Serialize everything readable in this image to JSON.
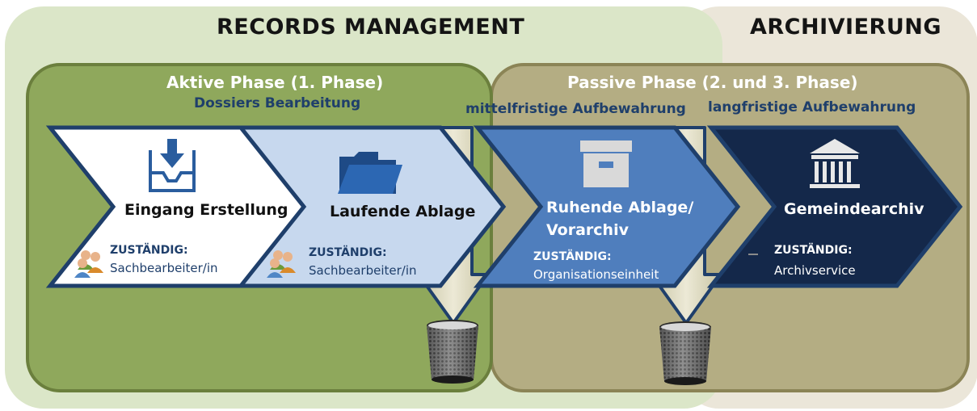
{
  "zones": {
    "records_management": "RECORDS MANAGEMENT",
    "archivierung": "ARCHIVIERUNG"
  },
  "phases": {
    "active": {
      "title": "Aktive Phase (1. Phase)",
      "subtitle": "Dossiers Bearbeitung"
    },
    "passive": {
      "title": "Passive Phase (2. und 3. Phase)",
      "sub_mid": "mittelfristige Aufbewahrung",
      "sub_long": "langfristige Aufbewahrung"
    }
  },
  "steps": [
    {
      "title": "Eingang Erstellung",
      "responsible_label": "ZUSTÄNDIG:",
      "responsible": "Sachbearbeiter/in",
      "icon": "inbox-download-icon"
    },
    {
      "title": "Laufende Ablage",
      "responsible_label": "ZUSTÄNDIG:",
      "responsible": "Sachbearbeiter/in",
      "icon": "folder-icon"
    },
    {
      "title_line1": "Ruhende Ablage/",
      "title_line2": "Vorarchiv",
      "responsible_label": "ZUSTÄNDIG:",
      "responsible": "Organisationseinheit",
      "icon": "archive-box-icon"
    },
    {
      "title": "Gemeindearchiv",
      "responsible_label": "ZUSTÄNDIG:",
      "responsible": "Archivservice",
      "icon": "institution-building-icon"
    }
  ],
  "colors": {
    "records_zone": "#dbe6c8",
    "archive_zone": "#ebe6d9",
    "active_phase": "#8fa85c",
    "passive_phase": "#b4ad83",
    "step1": "#ffffff",
    "step2": "#c7d8ee",
    "step3": "#4f7ebd",
    "step4": "#14284a",
    "outline": "#1f3f6b"
  },
  "icons": [
    "people-icon",
    "people-icon",
    "trash-bin-icon",
    "trash-bin-icon"
  ]
}
